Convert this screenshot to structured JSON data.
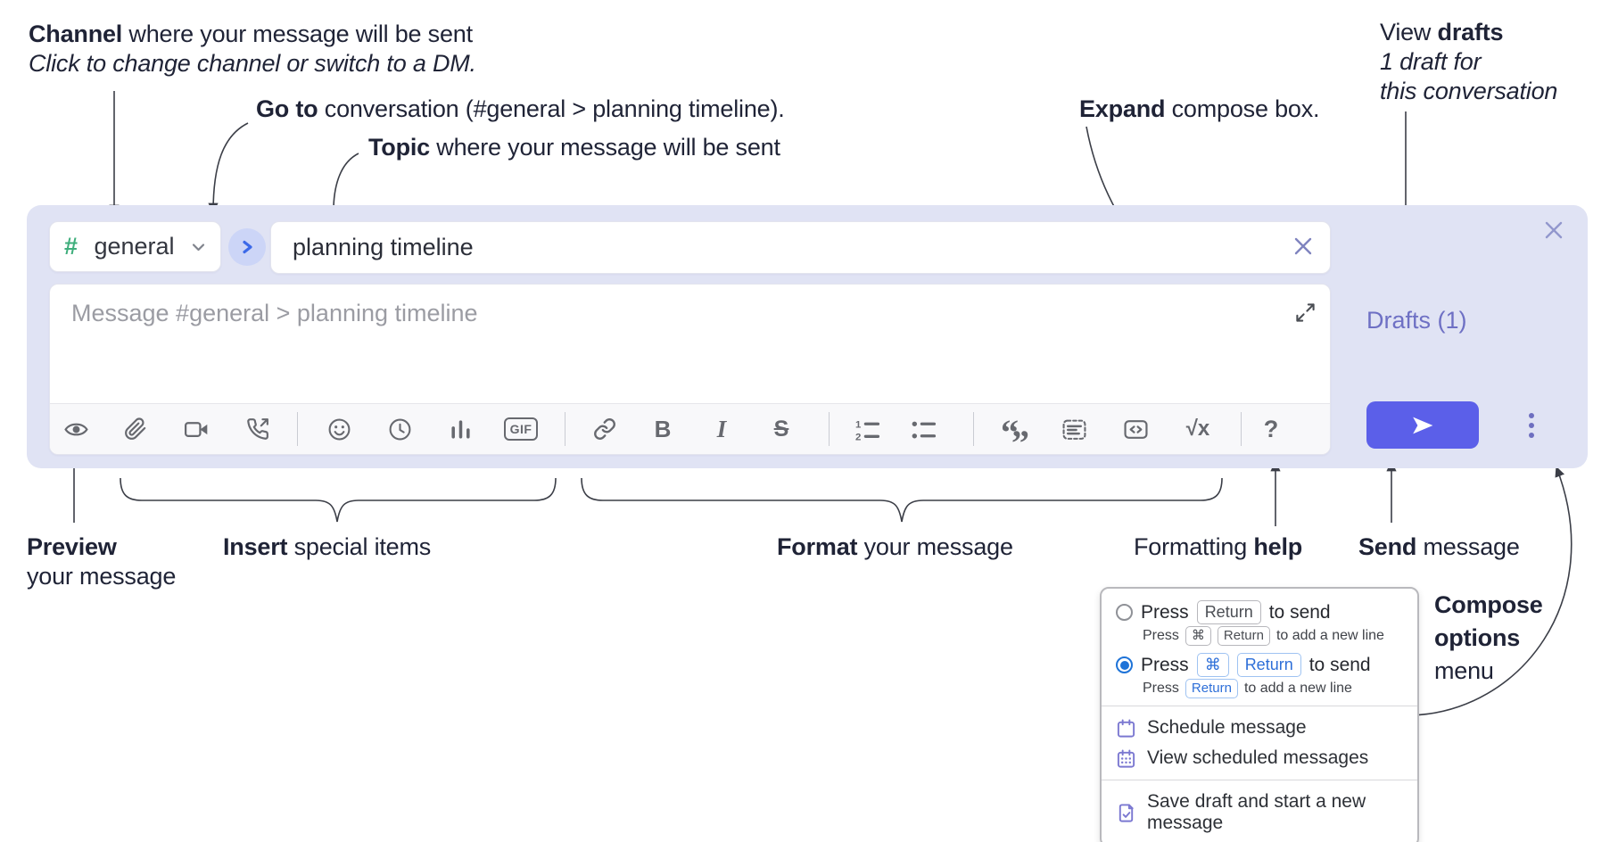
{
  "annotations": {
    "channel_bold": "Channel",
    "channel_rest": " where your message will be sent",
    "channel_sub": "Click to change channel or switch to a DM.",
    "goto_bold": "Go to",
    "goto_rest": " conversation (#general > planning timeline).",
    "topic_bold": "Topic",
    "topic_rest": " where your message will be sent",
    "expand_bold": "Expand",
    "expand_rest": " compose box.",
    "drafts_pre": "View ",
    "drafts_bold": "drafts",
    "drafts_line2": "1 draft for",
    "drafts_line3": "this conversation",
    "preview_bold": "Preview",
    "preview_line2": "your message",
    "insert_bold": "Insert",
    "insert_rest": " special items",
    "format_bold": "Format",
    "format_rest": " your message",
    "help_pre": "Formatting ",
    "help_bold": "help",
    "send_bold": "Send",
    "send_rest": " message",
    "compose_line1": "Compose",
    "compose_line2": "options",
    "compose_line3": "menu"
  },
  "compose": {
    "channel_hash": "#",
    "channel_name": "general",
    "topic_value": "planning timeline",
    "message_placeholder": "Message #general > planning timeline",
    "drafts_label": "Drafts (1)"
  },
  "toolbar": {
    "gif_label": "GIF",
    "bold_glyph": "B",
    "italic_glyph": "I",
    "strike_glyph": "S",
    "quote_open": "“",
    "quote_close": "”",
    "math_glyph": "√x",
    "help_glyph": "?",
    "ol_num1": "1",
    "ol_num2": "2",
    "icon_names": [
      "preview-eye",
      "attach-paperclip",
      "video-call",
      "voice-call",
      "emoji",
      "global-time-clock",
      "poll-chart",
      "gif",
      "link",
      "bold",
      "italic",
      "strikethrough",
      "numbered-list",
      "bulleted-list",
      "quote",
      "spoiler",
      "code",
      "math",
      "help"
    ]
  },
  "popup": {
    "option1": {
      "press": "Press",
      "key1": "Return",
      "after": "to send",
      "sub_press": "Press",
      "sub_key1": "⌘",
      "sub_key2": "Return",
      "sub_after": "to add a new line"
    },
    "option2": {
      "press": "Press",
      "key1": "⌘",
      "key2": "Return",
      "after": "to send",
      "sub_press": "Press",
      "sub_key1": "Return",
      "sub_after": "to add a new line"
    },
    "schedule": "Schedule message",
    "view_scheduled": "View scheduled messages",
    "save_draft": "Save draft and start a new message"
  },
  "colors": {
    "panel_bg": "#e0e3f4",
    "send_button": "#5b5fe9",
    "drafts_link": "#6e70c4",
    "channel_hash_green": "#3fae7c",
    "go_button_bg": "#ccd5f7",
    "go_button_arrow": "#3c69e8",
    "popup_icon_purple": "#7b78d1",
    "radio_selected_blue": "#1e73d8",
    "keycap_blue": "#2e6fd8",
    "icon_gray": "#67696f",
    "annotation_text": "#1f2336"
  }
}
